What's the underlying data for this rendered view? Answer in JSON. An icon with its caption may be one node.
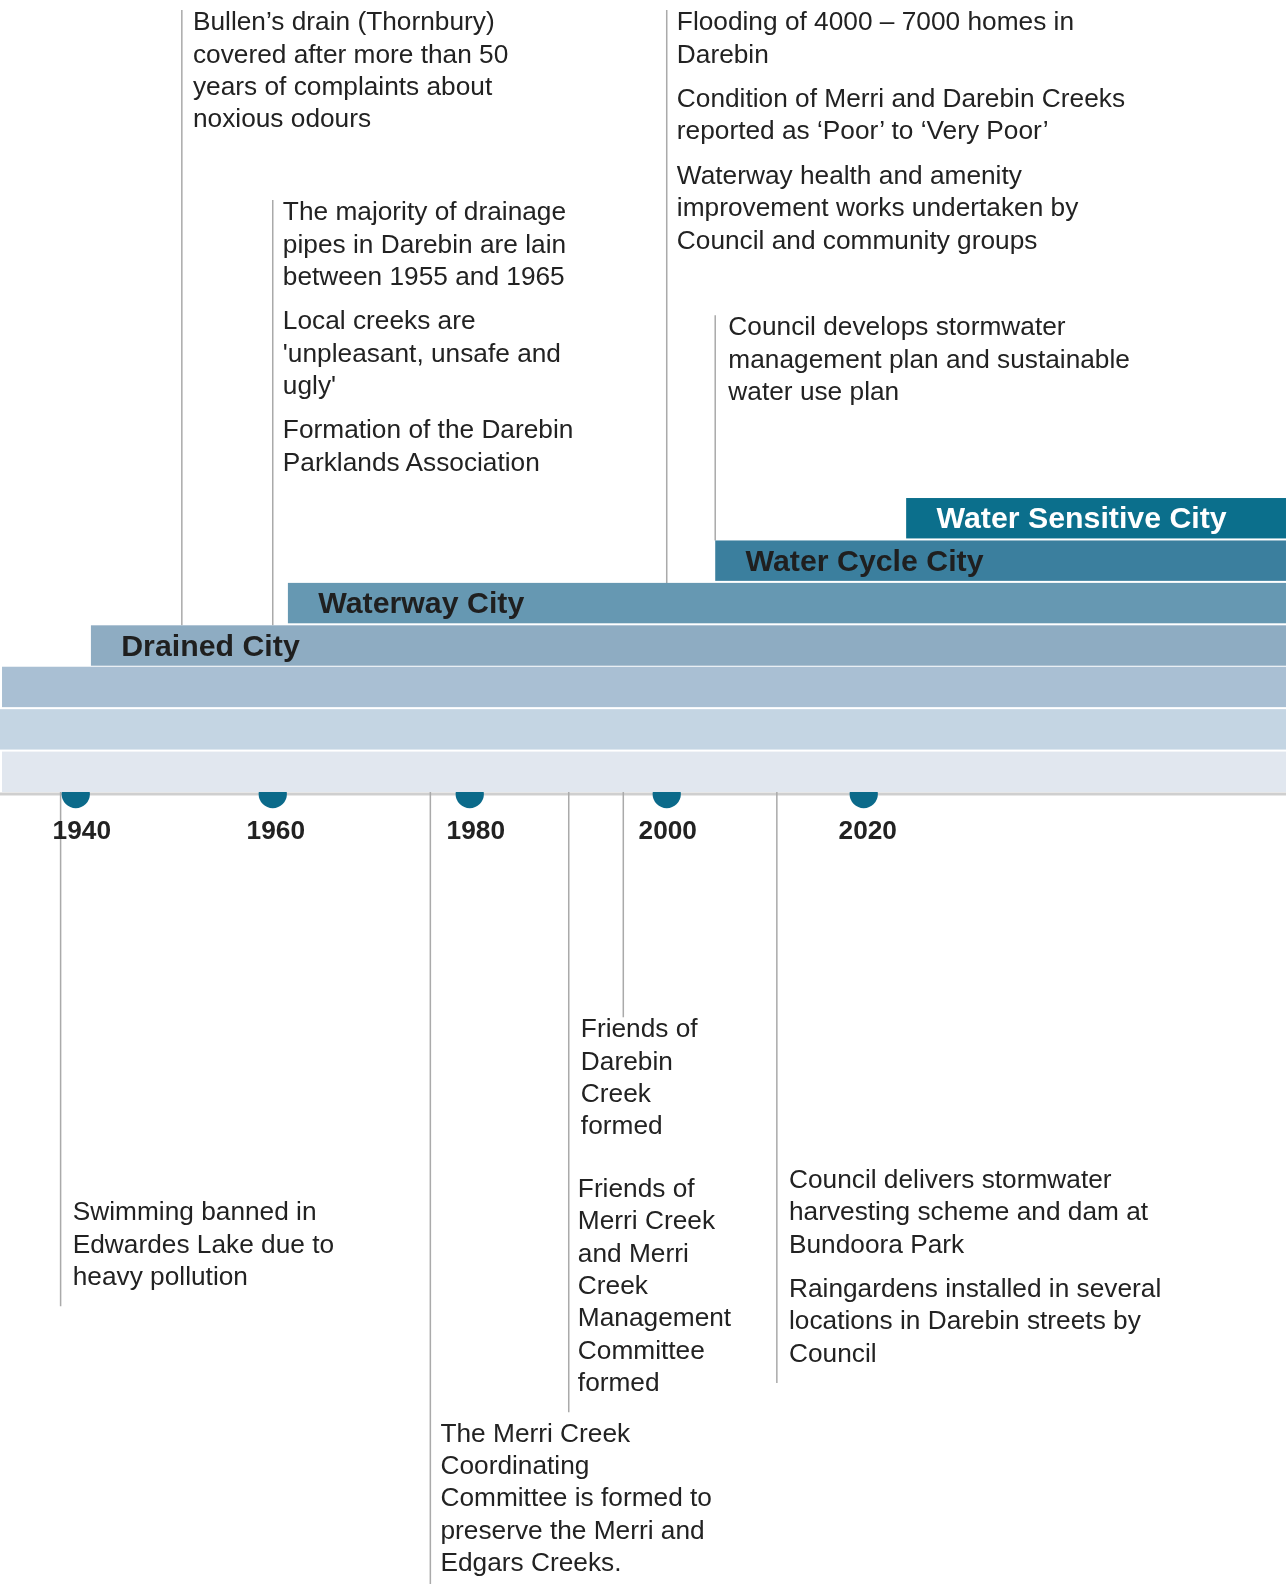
{
  "diagram": {
    "nodes": [
      {
        "text": [
          "Bullen’s drain (Thornbury) covered after more than 50 years of complaints about noxious odours"
        ]
      },
      {
        "text": [
          "The majority of drainage pipes in Darebin are lain between 1955 and 1965",
          "Local creeks are 'unpleasant, unsafe and ugly'",
          "Formation of the Darebin Parklands Association"
        ]
      },
      {
        "text": [
          "Flooding of 4000 – 7000 homes in Darebin",
          "Condition of Merri and Darebin Creeks reported as ‘Poor’ to ‘Very Poor’",
          "Waterway health and amenity improvement works undertaken by Council and community groups"
        ]
      },
      {
        "text": [
          "Council develops stormwater management plan and sustainable water use plan"
        ]
      },
      {
        "text": [
          "Water Sensitive City"
        ]
      },
      {
        "text": [
          "Water Cycle City"
        ]
      },
      {
        "text": [
          "Waterway City"
        ]
      },
      {
        "text": [
          "Drained City"
        ]
      },
      {
        "text": [],
        "shape": "bar"
      },
      {
        "text": [],
        "shape": "bar"
      },
      {
        "text": [],
        "shape": "bar"
      },
      {
        "text": [
          "Swimming banned in Edwardes Lake due to heavy pollution"
        ]
      },
      {
        "text": [
          "The Merri Creek Coordinating Committee is formed to preserve the Merri and Edgars Creeks."
        ]
      },
      {
        "text": [
          "Friends of Merri Creek and Merri Creek Management Committee formed"
        ]
      },
      {
        "text": [
          "Friends of Darebin Creek formed"
        ]
      },
      {
        "text": [
          "Council delivers stormwater harvesting scheme and dam at Bundoora Park",
          "Raingardens installed in several locations in Darebin streets by Council"
        ]
      }
    ],
    "edges": [
      {
        "from": 0,
        "to": 7,
        "arrow": "none"
      },
      {
        "from": 1,
        "to": 7,
        "arrow": "none"
      },
      {
        "from": 2,
        "to": 6,
        "arrow": "none"
      },
      {
        "from": 3,
        "to": 5,
        "arrow": "none"
      },
      {
        "from": 11,
        "to": 10,
        "arrow": "none"
      },
      {
        "from": 12,
        "to": 10,
        "arrow": "none"
      },
      {
        "from": 13,
        "to": 10,
        "arrow": "none"
      },
      {
        "from": 14,
        "to": 10,
        "arrow": "none"
      },
      {
        "from": 15,
        "to": 10,
        "arrow": "none"
      }
    ],
    "labels": [
      "1940",
      "1960",
      "1980",
      "2000",
      "2020"
    ]
  }
}
